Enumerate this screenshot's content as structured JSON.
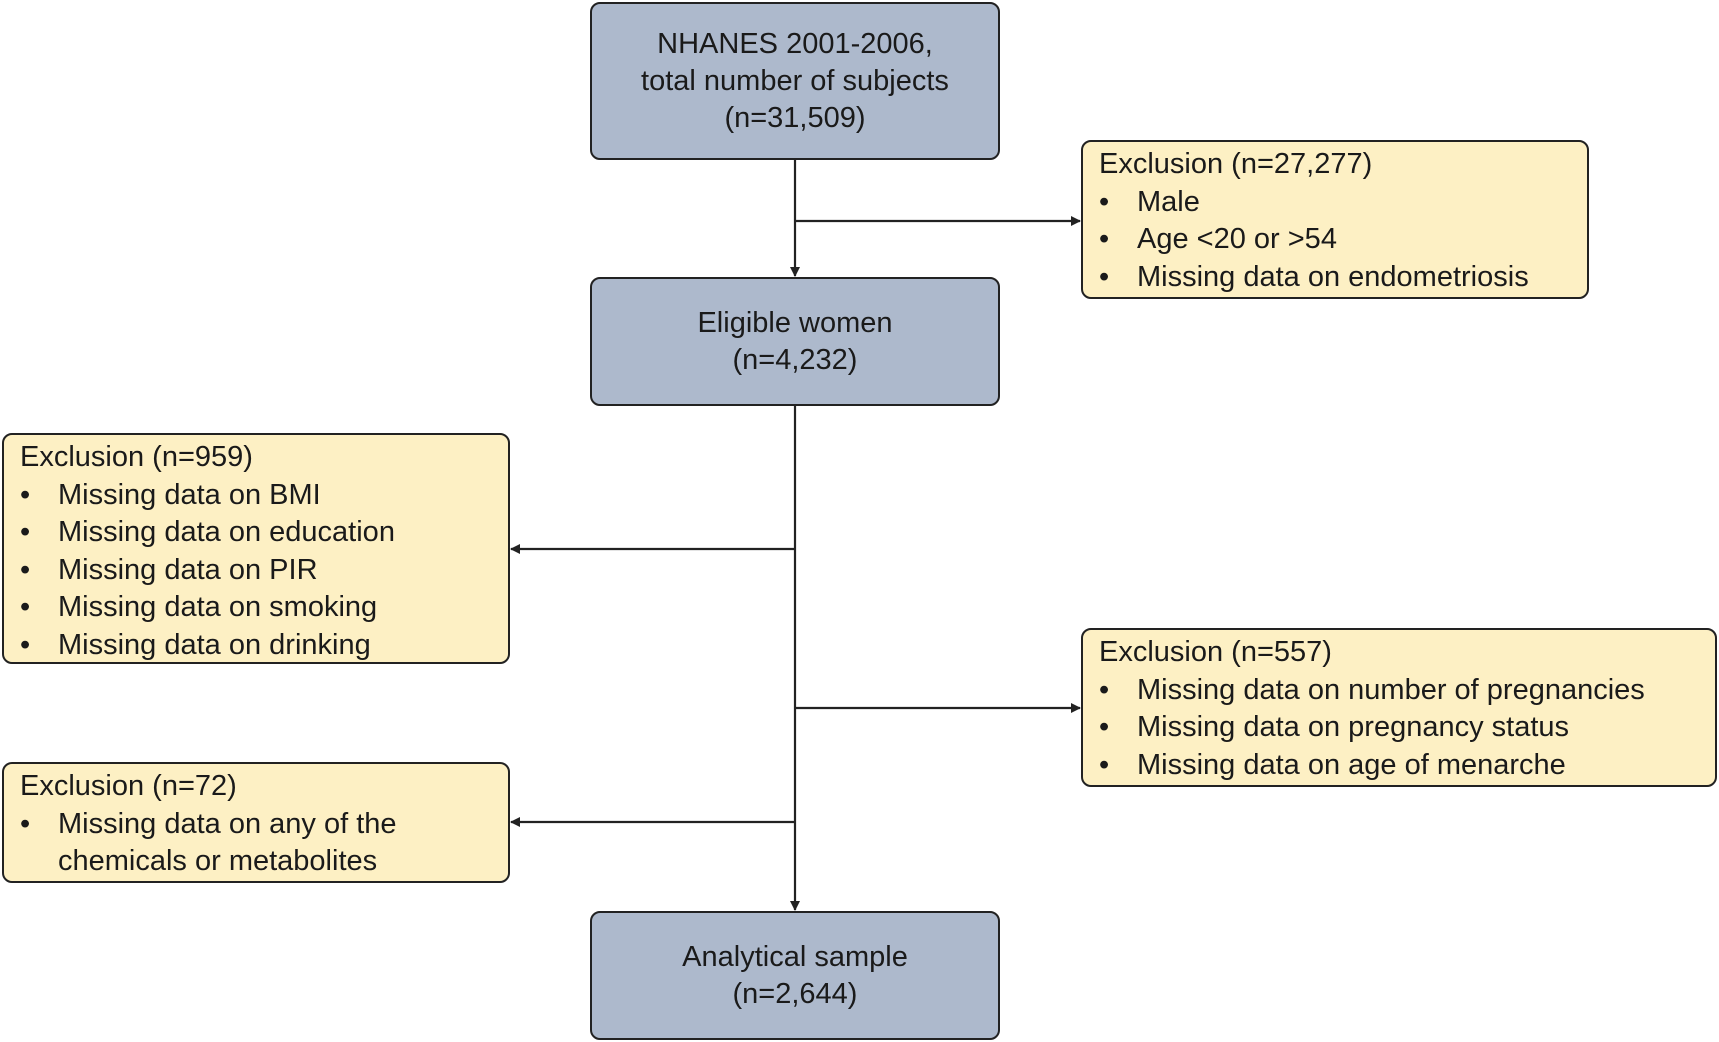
{
  "nodes": {
    "start": {
      "lines": [
        "NHANES 2001-2006,",
        "total number of subjects",
        "(n=31,509)"
      ]
    },
    "eligible": {
      "lines": [
        "Eligible women",
        "(n=4,232)"
      ]
    },
    "analytical": {
      "lines": [
        "Analytical sample",
        "(n=2,644)"
      ]
    }
  },
  "exclusions": {
    "first": {
      "title": "Exclusion (n=27,277)",
      "items": [
        "Male",
        "Age <20 or >54",
        "Missing data on endometriosis"
      ]
    },
    "second": {
      "title": "Exclusion (n=959)",
      "items": [
        "Missing data on BMI",
        "Missing data on education",
        "Missing data on PIR",
        "Missing data on smoking",
        "Missing data on drinking"
      ]
    },
    "third": {
      "title": "Exclusion (n=557)",
      "items": [
        "Missing data on number of pregnancies",
        "Missing data on pregnancy status",
        "Missing data on age of menarche"
      ]
    },
    "fourth": {
      "title": "Exclusion (n=72)",
      "items": [
        "Missing data on any of the chemicals or metabolites"
      ]
    }
  },
  "bullet_symbol": "•",
  "colors": {
    "main_box_fill": "#adb9cc",
    "exclusion_box_fill": "#fdf0c4",
    "border": "#222222"
  }
}
